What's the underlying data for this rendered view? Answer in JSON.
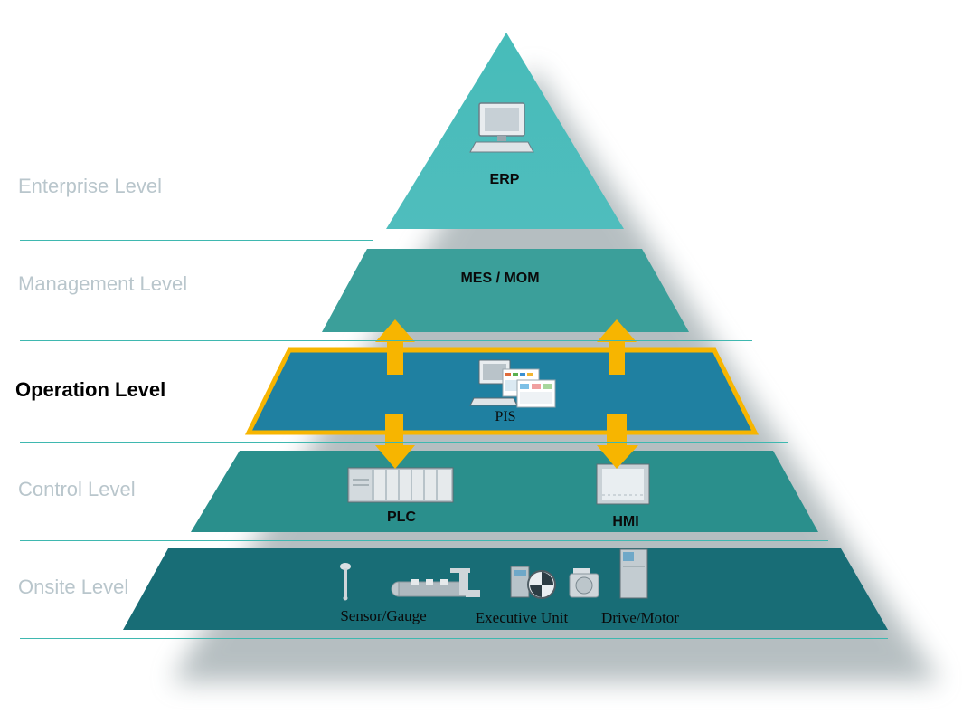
{
  "levels": {
    "enterprise": "Enterprise Level",
    "management": "Management Level",
    "operation": "Operation Level",
    "control": "Control Level",
    "onsite": "Onsite Level"
  },
  "tiers": {
    "erp": "ERP",
    "mes": "MES / MOM",
    "pis": "PIS",
    "plc": "PLC",
    "hmi": "HMI",
    "sensor": "Sensor/Gauge",
    "executive": "Executive Unit",
    "drive": "Drive/Motor"
  },
  "colors": {
    "top": "#4bbdba",
    "management": "#3a9f9a",
    "operation": "#1e7fa0",
    "operation_border": "#f7b500",
    "control": "#2b8f8c",
    "onsite": "#1a6f78",
    "arrow": "#f7b500",
    "separator": "#3fb8b0",
    "inactive_label": "#b9c6cc"
  },
  "icons": [
    "computer-icon",
    "dashboard-screens-icon",
    "plc-rack-icon",
    "hmi-panel-icon",
    "sensor-probe-icon",
    "conveyor-robot-icon",
    "drive-unit-icon",
    "motor-icon",
    "cabinet-drive-icon",
    "up-down-arrow-icon"
  ]
}
